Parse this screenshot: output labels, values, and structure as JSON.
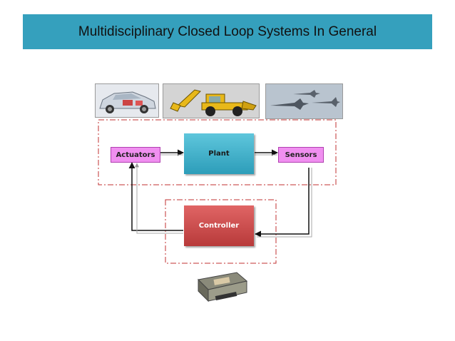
{
  "title": "Multidisciplinary Closed Loop Systems In General",
  "images": {
    "car": "car-cutaway",
    "excavator": "backhoe-loader",
    "jets": "fighter-jets",
    "ecu": "electronic-control-unit"
  },
  "blocks": {
    "actuators": "Actuators",
    "plant": "Plant",
    "sensors": "Sensors",
    "controller": "Controller"
  },
  "colors": {
    "title_bar": "#35a0bd",
    "plant": "#3aaecb",
    "controller": "#cc4747",
    "tags": "#f08ff0",
    "boundary": "#c03030"
  }
}
